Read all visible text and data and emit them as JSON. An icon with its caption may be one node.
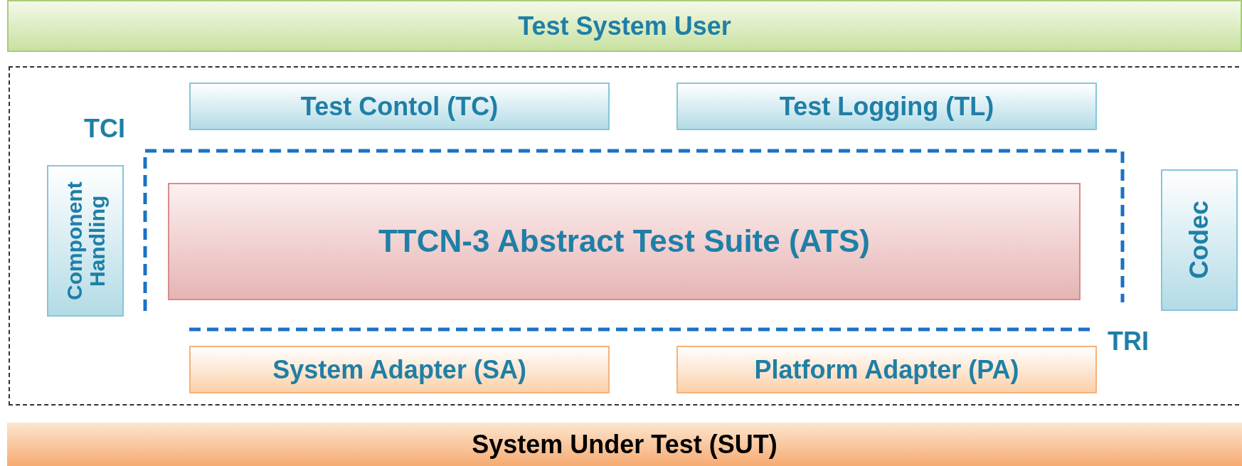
{
  "diagram": {
    "nodes": [
      {
        "text": [
          "Test System User"
        ]
      },
      {
        "text": [],
        "shape": "box"
      },
      {
        "text": [
          "Test Contol (TC)"
        ],
        "in": 1
      },
      {
        "text": [
          "Test Logging (TL)"
        ],
        "in": 1
      },
      {
        "text": [
          "Component Handling"
        ],
        "in": 1
      },
      {
        "text": [
          "TTCN-3 Abstract Test Suite (ATS)"
        ],
        "in": 1
      },
      {
        "text": [
          "Codec"
        ],
        "in": 1
      },
      {
        "text": [
          "System Adapter (SA)"
        ],
        "in": 1
      },
      {
        "text": [
          "Platform Adapter (PA)"
        ],
        "in": 1
      },
      {
        "text": [
          "System Under Test (SUT)"
        ]
      }
    ],
    "labels": [
      "TCI",
      "TRI"
    ]
  }
}
